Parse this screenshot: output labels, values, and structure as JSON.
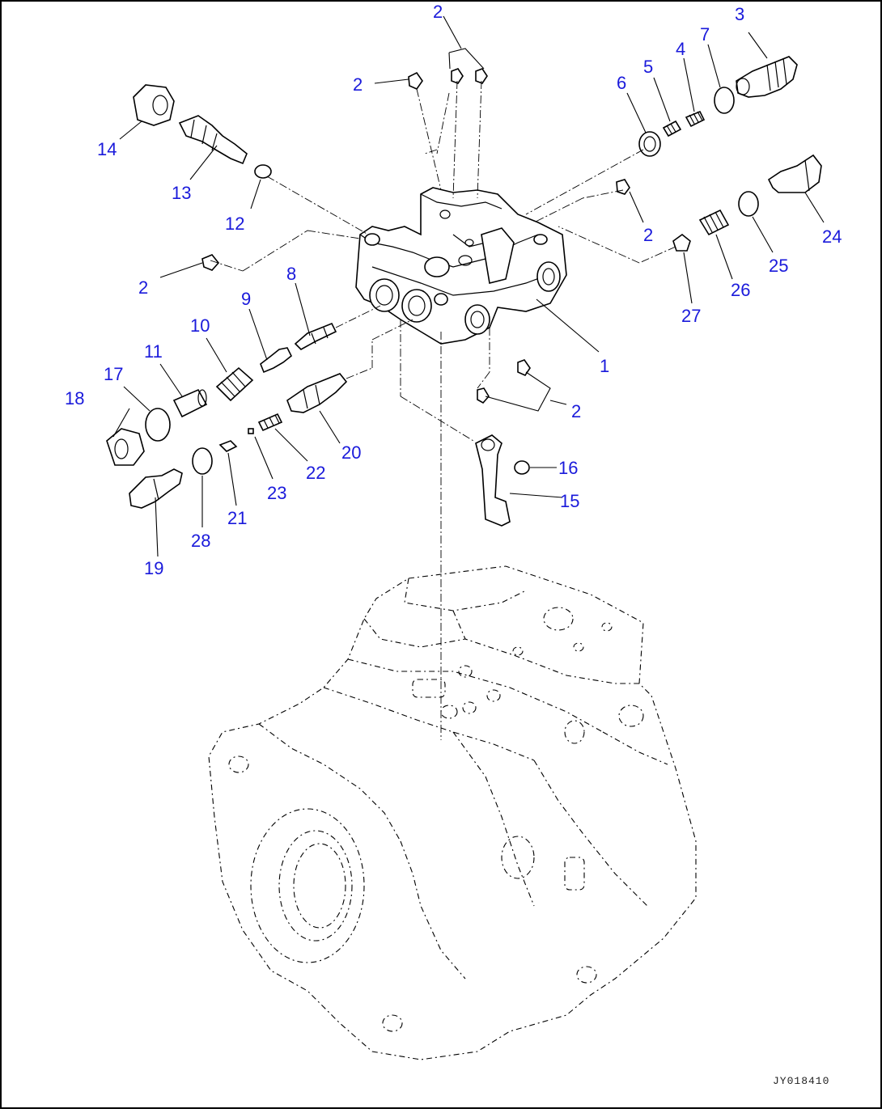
{
  "callouts": [
    {
      "id": "c1",
      "label": "1"
    },
    {
      "id": "c2a",
      "label": "2"
    },
    {
      "id": "c2b",
      "label": "2"
    },
    {
      "id": "c2c",
      "label": "2"
    },
    {
      "id": "c2d",
      "label": "2"
    },
    {
      "id": "c2e",
      "label": "2"
    },
    {
      "id": "c3",
      "label": "3"
    },
    {
      "id": "c4",
      "label": "4"
    },
    {
      "id": "c5",
      "label": "5"
    },
    {
      "id": "c6",
      "label": "6"
    },
    {
      "id": "c7",
      "label": "7"
    },
    {
      "id": "c8",
      "label": "8"
    },
    {
      "id": "c9",
      "label": "9"
    },
    {
      "id": "c10",
      "label": "10"
    },
    {
      "id": "c11",
      "label": "11"
    },
    {
      "id": "c12",
      "label": "12"
    },
    {
      "id": "c13",
      "label": "13"
    },
    {
      "id": "c14",
      "label": "14"
    },
    {
      "id": "c15",
      "label": "15"
    },
    {
      "id": "c16",
      "label": "16"
    },
    {
      "id": "c17",
      "label": "17"
    },
    {
      "id": "c18",
      "label": "18"
    },
    {
      "id": "c19",
      "label": "19"
    },
    {
      "id": "c20",
      "label": "20"
    },
    {
      "id": "c21",
      "label": "21"
    },
    {
      "id": "c22",
      "label": "22"
    },
    {
      "id": "c23",
      "label": "23"
    },
    {
      "id": "c24",
      "label": "24"
    },
    {
      "id": "c25",
      "label": "25"
    },
    {
      "id": "c26",
      "label": "26"
    },
    {
      "id": "c27",
      "label": "27"
    },
    {
      "id": "c28",
      "label": "28"
    }
  ],
  "drawing_id": "JY018410",
  "colors": {
    "callout": "#1a1adb",
    "line": "#000000",
    "frame": "#000000"
  }
}
